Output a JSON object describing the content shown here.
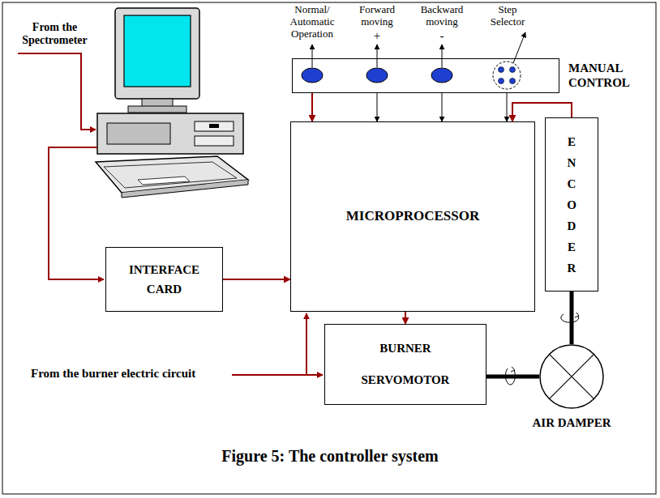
{
  "diagram": {
    "caption": "Figure 5: The controller system",
    "nodes": [
      {
        "text": [
          "MANUAL CONTROL"
        ]
      },
      {
        "text": [
          "MICROPROCESSOR"
        ]
      },
      {
        "text": [
          "ENCODER"
        ]
      },
      {
        "text": [
          "INTERFACE CARD"
        ]
      },
      {
        "text": [
          "BURNER SERVOMOTOR"
        ]
      },
      {
        "text": [
          "AIR DAMPER"
        ]
      }
    ],
    "edges": [
      {
        "from": 0,
        "to": 1,
        "arrow": "to"
      },
      {
        "from": 0,
        "to": 1,
        "arrow": "to"
      },
      {
        "from": 0,
        "to": 1,
        "arrow": "to"
      },
      {
        "from": 0,
        "to": 1,
        "arrow": "to"
      },
      {
        "from": 2,
        "to": 1,
        "arrow": "to"
      },
      {
        "from": 3,
        "to": 1,
        "arrow": "to"
      },
      {
        "from": 1,
        "to": 4,
        "arrow": "to"
      },
      {
        "from": 4,
        "to": 5,
        "arrow": "none"
      },
      {
        "from": 5,
        "to": 2,
        "arrow": "none"
      }
    ],
    "labels": [
      "From the Spectrometer",
      "Normal/ Automatic Operation",
      "Forward moving",
      "+",
      "Backward moving",
      "-",
      "Step Selector",
      "From the burner electric circuit"
    ]
  }
}
